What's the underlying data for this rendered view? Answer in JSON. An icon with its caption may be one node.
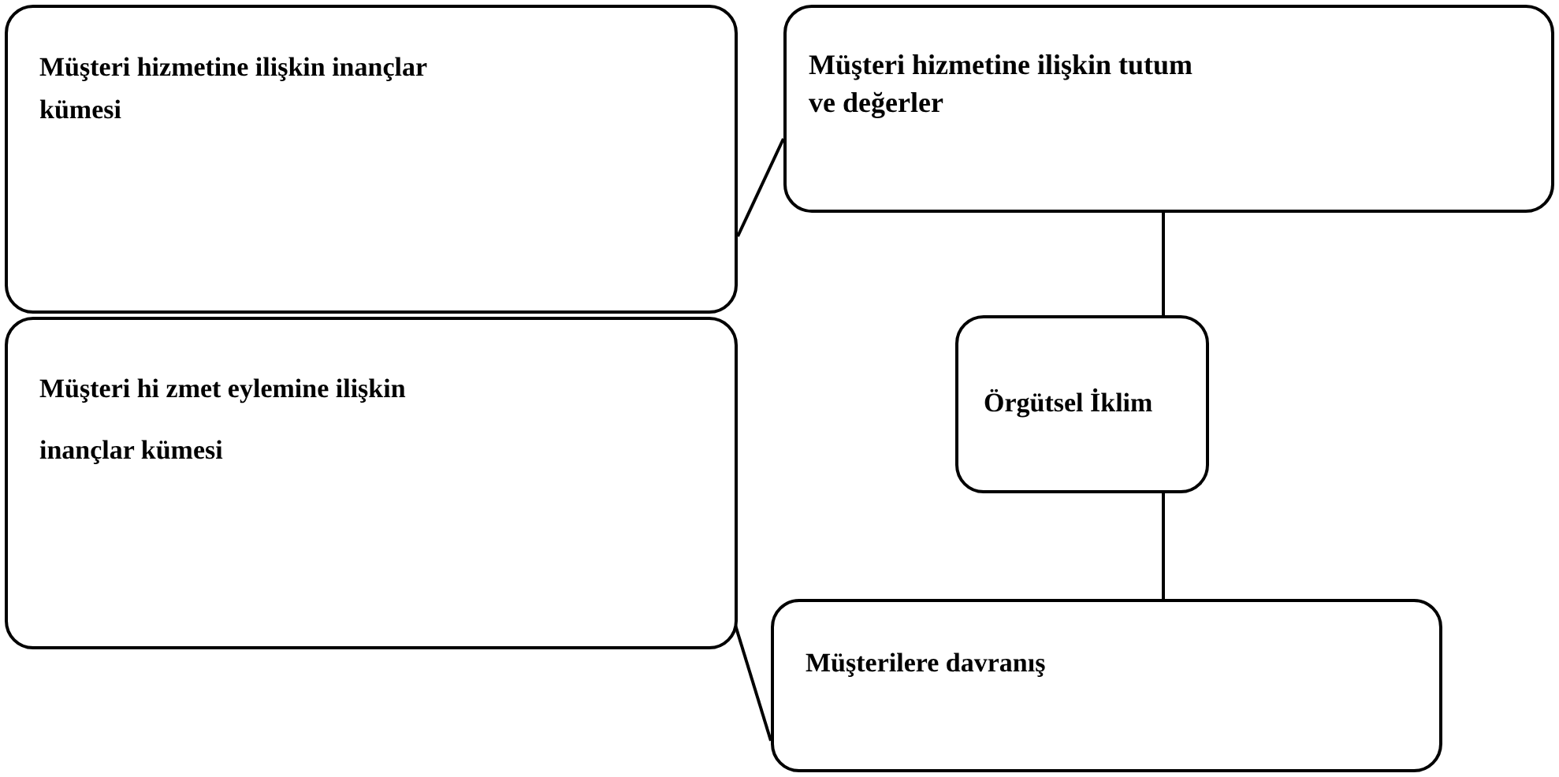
{
  "diagram": {
    "nodes": [
      {
        "text": [
          "Müşteri hizmetine ilişkin inançlar kümesi"
        ]
      },
      {
        "text": [
          "Müşteri hizmetine ilişkin tutum ve değerler"
        ]
      },
      {
        "text": [
          "Müşteri hi zmet eylemine ilişkin inançlar kümesi"
        ]
      },
      {
        "text": [
          "Örgütsel İklim"
        ]
      },
      {
        "text": [
          "Müşterilere davranış"
        ]
      }
    ],
    "edges": [
      {
        "from": 0,
        "to": 1,
        "arrow": "none"
      },
      {
        "from": 1,
        "to": 3,
        "arrow": "none"
      },
      {
        "from": 3,
        "to": 4,
        "arrow": "none"
      },
      {
        "from": 2,
        "to": 4,
        "arrow": "none"
      }
    ]
  }
}
